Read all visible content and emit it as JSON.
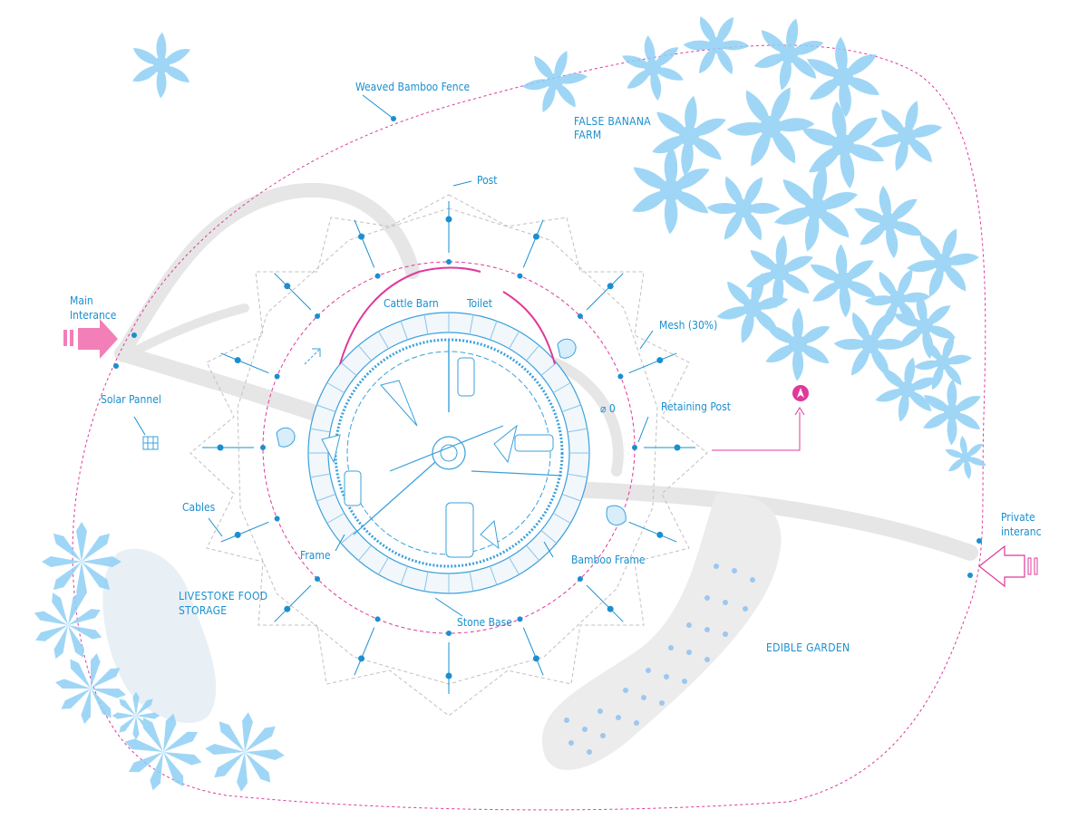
{
  "colors": {
    "accent_blue": "#1a8fd0",
    "fence_pink": "#e0389b",
    "foliage_blue": "#8fd0f5",
    "path_gray": "#e6e6e6",
    "structure_blue": "#3aa0dc",
    "mesh_gray": "#bdbdbd"
  },
  "labels": {
    "fence": "Weaved Bamboo Fence",
    "banana_line1": "FALSE BANANA",
    "banana_line2": "FARM",
    "post": "Post",
    "main_line1": "Main",
    "main_line2": "Interance",
    "cattle_barn": "Cattle Barn",
    "toilet": "Toilet",
    "mesh": "Mesh (30%)",
    "solar": "Solar Pannel",
    "retaining_post": "Retaining Post",
    "cables": "Cables",
    "frame": "Frame",
    "bamboo_frame": "Bamboo Frame",
    "private_line1": "Private",
    "private_line2": "interanc",
    "livestock_line1": "LIVESTOKE FOOD",
    "livestock_line2": "STORAGE",
    "stone_base": "Stone Base",
    "edible_garden": "EDIBLE GARDEN",
    "diameter_symbol": "⌀ 0"
  },
  "icons": [
    "north-arrow-icon",
    "main-entrance-arrow-icon",
    "private-entrance-arrow-icon",
    "solar-panel-icon",
    "animal-icon",
    "entry-arrow-icon"
  ]
}
